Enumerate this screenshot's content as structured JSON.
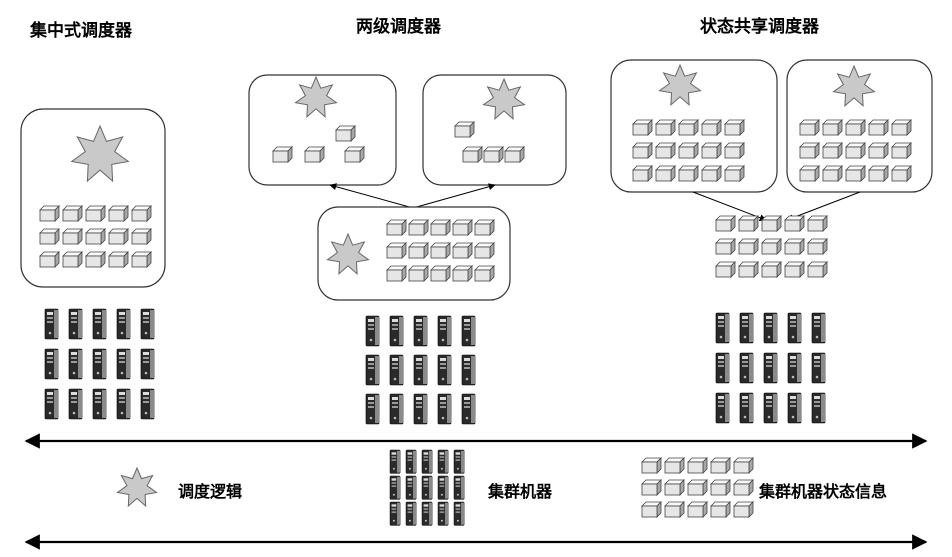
{
  "titles": {
    "centralized": "集中式调度器",
    "two_level": "两级调度器",
    "shared_state": "状态共享调度器"
  },
  "legend": {
    "logic": "调度逻辑",
    "machines": "集群机器",
    "state": "集群机器状态信息"
  },
  "icons": {
    "logic": "star-icon",
    "machines": "server-tower-icon",
    "state": "state-block-icon"
  },
  "colors": {
    "star_fill": "#c9c9c9",
    "block_fill": "#e6e6e6",
    "server_fill": "#2a2a2a",
    "line": "#000000"
  }
}
